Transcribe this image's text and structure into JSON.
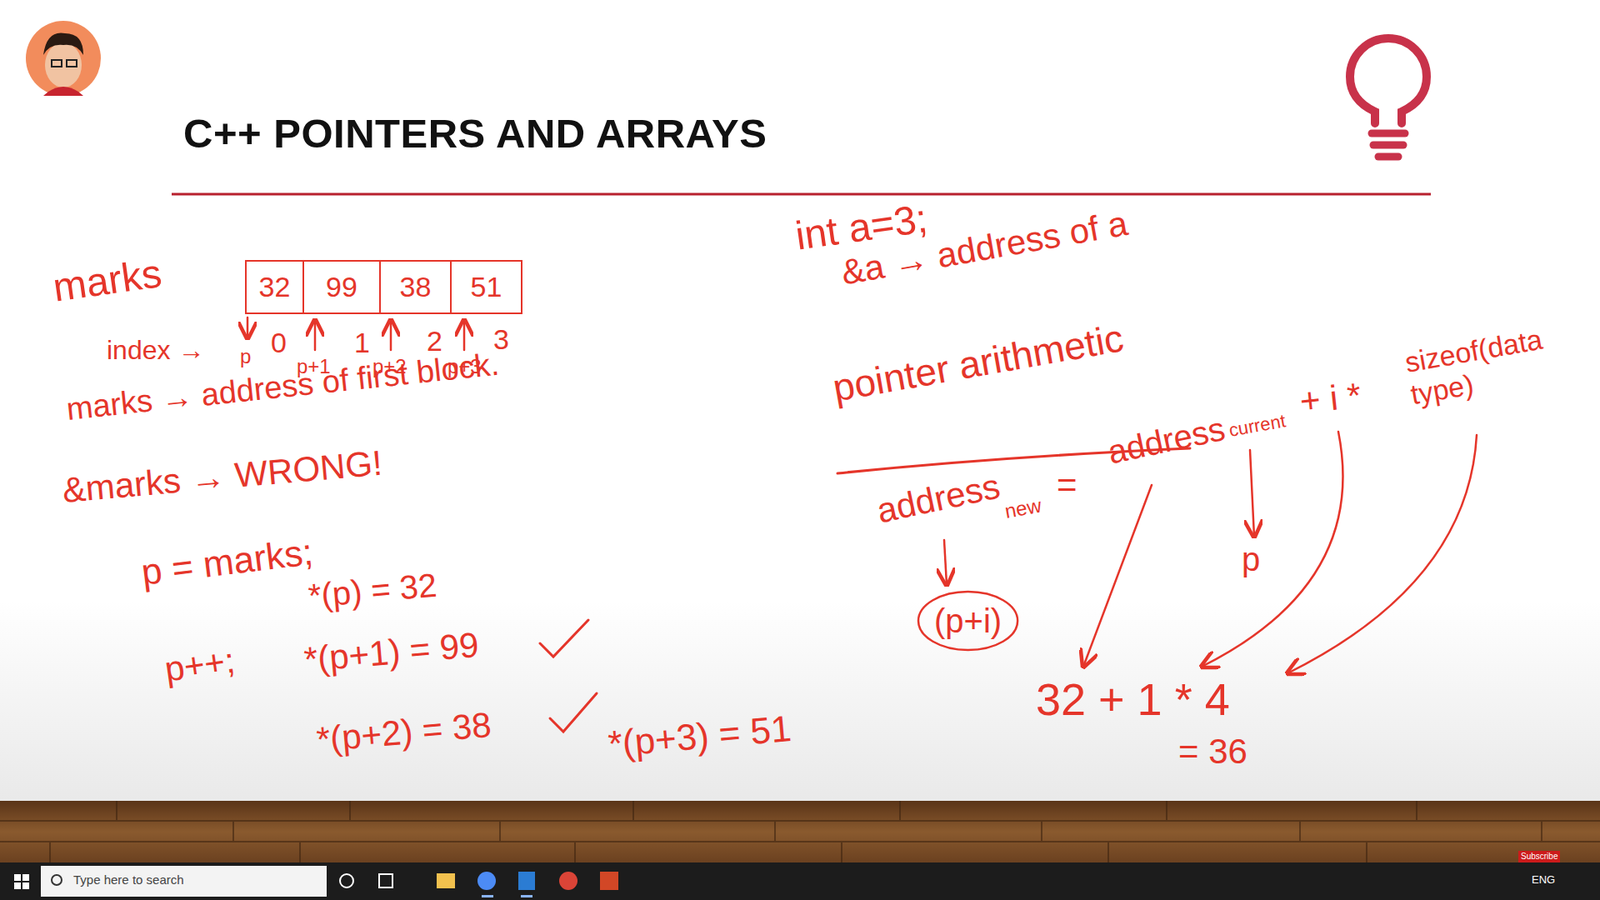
{
  "diagram": {
    "title": "C++ POINTERS AND ARRAYS",
    "nodes": [
      {
        "text": [
          "32"
        ]
      },
      {
        "text": [
          "99"
        ]
      },
      {
        "text": [
          "38"
        ]
      },
      {
        "text": [
          "51"
        ]
      },
      {
        "text": [
          "(p+i)"
        ]
      }
    ],
    "labels": [
      "marks",
      "index →",
      "p",
      "0",
      "1",
      "2",
      "3",
      "p+1",
      "p+2",
      "p+3",
      "marks → address of first block.",
      "&marks → WRONG!",
      "p = marks;",
      "*(p) = 32",
      "p++;",
      "*(p+1) = 99",
      "*(p+2) = 38",
      "*(p+3) = 51",
      "int a=3;",
      "&a → address of a",
      "pointer arithmetic",
      "address",
      "new",
      "=",
      "address",
      "current",
      "+ i *",
      "sizeof(data type)",
      "p",
      "32 + 1 * 4",
      "= 36",
      "Subscribe",
      "Type here to search",
      "ENG"
    ]
  }
}
